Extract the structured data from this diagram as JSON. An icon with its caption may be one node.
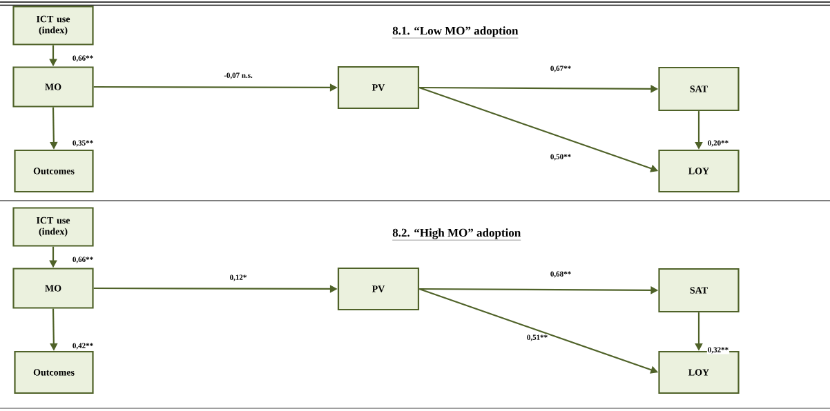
{
  "diagram": {
    "nodes": [
      {
        "text": [
          "ICT use (index)"
        ]
      },
      {
        "text": [
          "MO"
        ]
      },
      {
        "text": [
          "Outcomes"
        ]
      },
      {
        "text": [
          "PV"
        ]
      },
      {
        "text": [
          "SAT"
        ]
      },
      {
        "text": [
          "LOY"
        ]
      },
      {
        "text": [
          "ICT use (index)"
        ]
      },
      {
        "text": [
          "MO"
        ]
      },
      {
        "text": [
          "Outcomes"
        ]
      },
      {
        "text": [
          "PV"
        ]
      },
      {
        "text": [
          "SAT"
        ]
      },
      {
        "text": [
          "LOY"
        ]
      }
    ],
    "edges": [
      {
        "from": 0,
        "to": 1,
        "arrow": "to",
        "label": "0,66**"
      },
      {
        "from": 1,
        "to": 2,
        "arrow": "to",
        "label": "0,35**"
      },
      {
        "from": 1,
        "to": 3,
        "arrow": "to",
        "label": "-0,07 n.s."
      },
      {
        "from": 3,
        "to": 4,
        "arrow": "to",
        "label": "0,67**"
      },
      {
        "from": 3,
        "to": 5,
        "arrow": "to",
        "label": "0,50**"
      },
      {
        "from": 4,
        "to": 5,
        "arrow": "to",
        "label": "0,20**"
      },
      {
        "from": 6,
        "to": 7,
        "arrow": "to",
        "label": "0,66**"
      },
      {
        "from": 7,
        "to": 8,
        "arrow": "to",
        "label": "0,42**"
      },
      {
        "from": 7,
        "to": 9,
        "arrow": "to",
        "label": "0,12*"
      },
      {
        "from": 9,
        "to": 10,
        "arrow": "to",
        "label": "0,68**"
      },
      {
        "from": 9,
        "to": 11,
        "arrow": "to",
        "label": "0,51**"
      },
      {
        "from": 10,
        "to": 11,
        "arrow": "to",
        "label": "0,32**"
      }
    ],
    "labels": [
      "8.1. “Low MO” adoption",
      "8.2. “High MO” adoption"
    ]
  }
}
